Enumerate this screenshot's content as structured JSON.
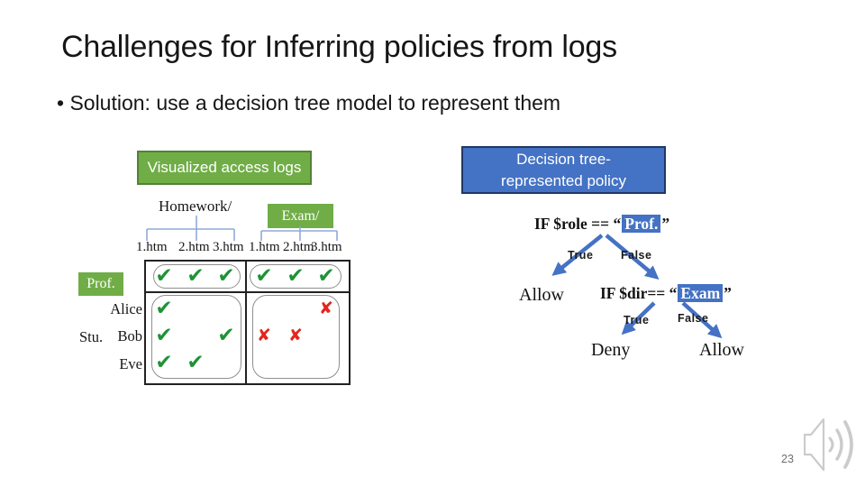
{
  "slide": {
    "title": "Challenges for Inferring policies from logs",
    "bullet": "• Solution: use a decision tree model to represent them",
    "page_number": "23"
  },
  "logs_panel": {
    "header": "Visualized access logs",
    "dirs": {
      "homework": "Homework/",
      "exam": "Exam/"
    },
    "files_homework": [
      "1.htm",
      "2.htm",
      "3.htm"
    ],
    "files_exam": [
      "1.htm",
      "2.htm",
      "3.htm"
    ],
    "row_groups": {
      "prof": "Prof.",
      "stu": "Stu."
    },
    "users": [
      "Alice",
      "Bob",
      "Eve"
    ],
    "grid": {
      "prof_homework": [
        "check",
        "check",
        "check"
      ],
      "prof_exam": [
        "check",
        "check",
        "check"
      ],
      "stu_homework": [
        [
          "check",
          null,
          null
        ],
        [
          "check",
          null,
          "check"
        ],
        [
          "check",
          "check",
          null
        ]
      ],
      "stu_exam": [
        [
          null,
          null,
          "cross"
        ],
        [
          "cross",
          "cross",
          null
        ],
        [
          null,
          null,
          null
        ]
      ]
    },
    "mark_glyphs": {
      "check": "✔",
      "cross": "✘"
    }
  },
  "policy_panel": {
    "header_line1": "Decision tree-",
    "header_line2": "represented policy",
    "node1": {
      "prefix": "IF $role == “",
      "highlight": "Prof.",
      "suffix": "”"
    },
    "node2": {
      "prefix": "IF $dir== “",
      "highlight": "Exam",
      "suffix": "”"
    },
    "branch_true": "True",
    "branch_false": "False",
    "leaf_allow_1": "Allow",
    "leaf_deny": "Deny",
    "leaf_allow_2": "Allow"
  },
  "icons": {
    "audio": "speaker-sound-waves-icon"
  },
  "colors": {
    "box_green": "#70AD47",
    "box_green_border": "#538135",
    "box_blue": "#4472C4",
    "box_blue_border": "#1F3864",
    "bracket_blue": "#8FAADC",
    "arrow_blue": "#4472C4",
    "check_green": "#1E9334",
    "cross_red": "#E3251C"
  }
}
